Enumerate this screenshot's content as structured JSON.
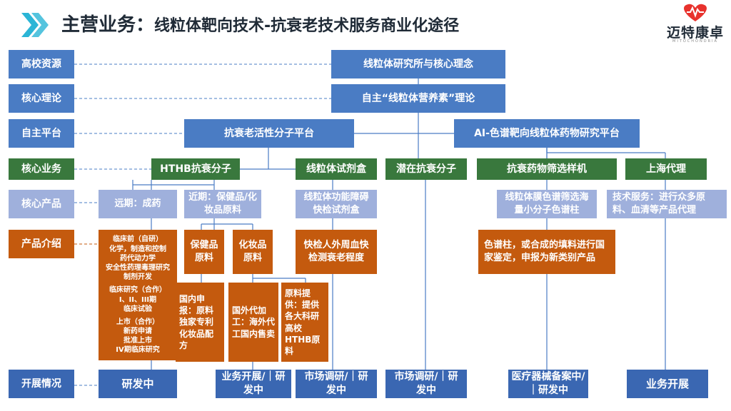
{
  "title": "主营业务：",
  "subtitle": "线粒体靶向技术-抗衰老技术服务商业化途径",
  "logo": {
    "name": "迈特康卓",
    "sub": "MITOCHONDRIA"
  },
  "rows": {
    "r1": "高校资源",
    "r2": "核心理论",
    "r3": "自主平台",
    "r4": "核心业务",
    "r5": "核心产品",
    "r6": "产品介绍",
    "r7": "开展情况"
  },
  "nodes": {
    "institute": "线粒体研究所与核心理念",
    "theory": "自主“线粒体营养素”理论",
    "platform1": "抗衰老活性分子平台",
    "platform2": "AI-色谱靶向线粒体药物研究平台",
    "biz1": "HTHB抗衰分子",
    "biz2": "线粒体试剂盒",
    "biz3": "潜在抗衰分子",
    "biz4": "抗衰药物筛选样机",
    "biz5": "上海代理",
    "prod1": "远期：成药",
    "prod2": "近期：保健品/化妆品原料",
    "prod3": "线粒体功能障碍快检试剂盒",
    "prod4": "线粒体膜色谱筛选海量小分子色谱柱",
    "prod5": "技术服务：进行众多原料、血清等产品代理",
    "intro1": {
      "a": "临床前（自研）",
      "b": "化学，制造和控制",
      "c": "药代动力学",
      "d": "安全性药理毒理研究",
      "e": "制剂开发",
      "f": "临床研究（合作）",
      "g": "I、II、III期",
      "h": "临床试验",
      "i": "上市（合作）",
      "j": "新药申请",
      "k": "批准上市",
      "l": "IV期临床研究"
    },
    "health": "保健品原料",
    "cosmetic": "化妆品原料",
    "intro3": "快检人外周血快检测衰老程度",
    "intro4": "色谱柱，或合成的填料进行国家鉴定，申报为新类别产品",
    "domestic": "国内申报：原料独家专利化妆品配方",
    "foreign": "国外代加工：海外代工国内售卖",
    "supply": "原料提供：提供各大科研高校HTHB原料",
    "st1": "研发中",
    "st2": "业务开展/｜研发中",
    "st3": "市场调研/｜研发中",
    "st4": "市场调研/｜研发中",
    "st5": "医疗器械备案中/｜研发中",
    "st6": "业务开展"
  },
  "colors": {
    "blue": "#4a7cc4",
    "green": "#39783d",
    "orange": "#c45a0e",
    "lavender": "#9fb0dc",
    "dark_blue": "#3a67b2",
    "arrow": "#2bb5d6"
  }
}
